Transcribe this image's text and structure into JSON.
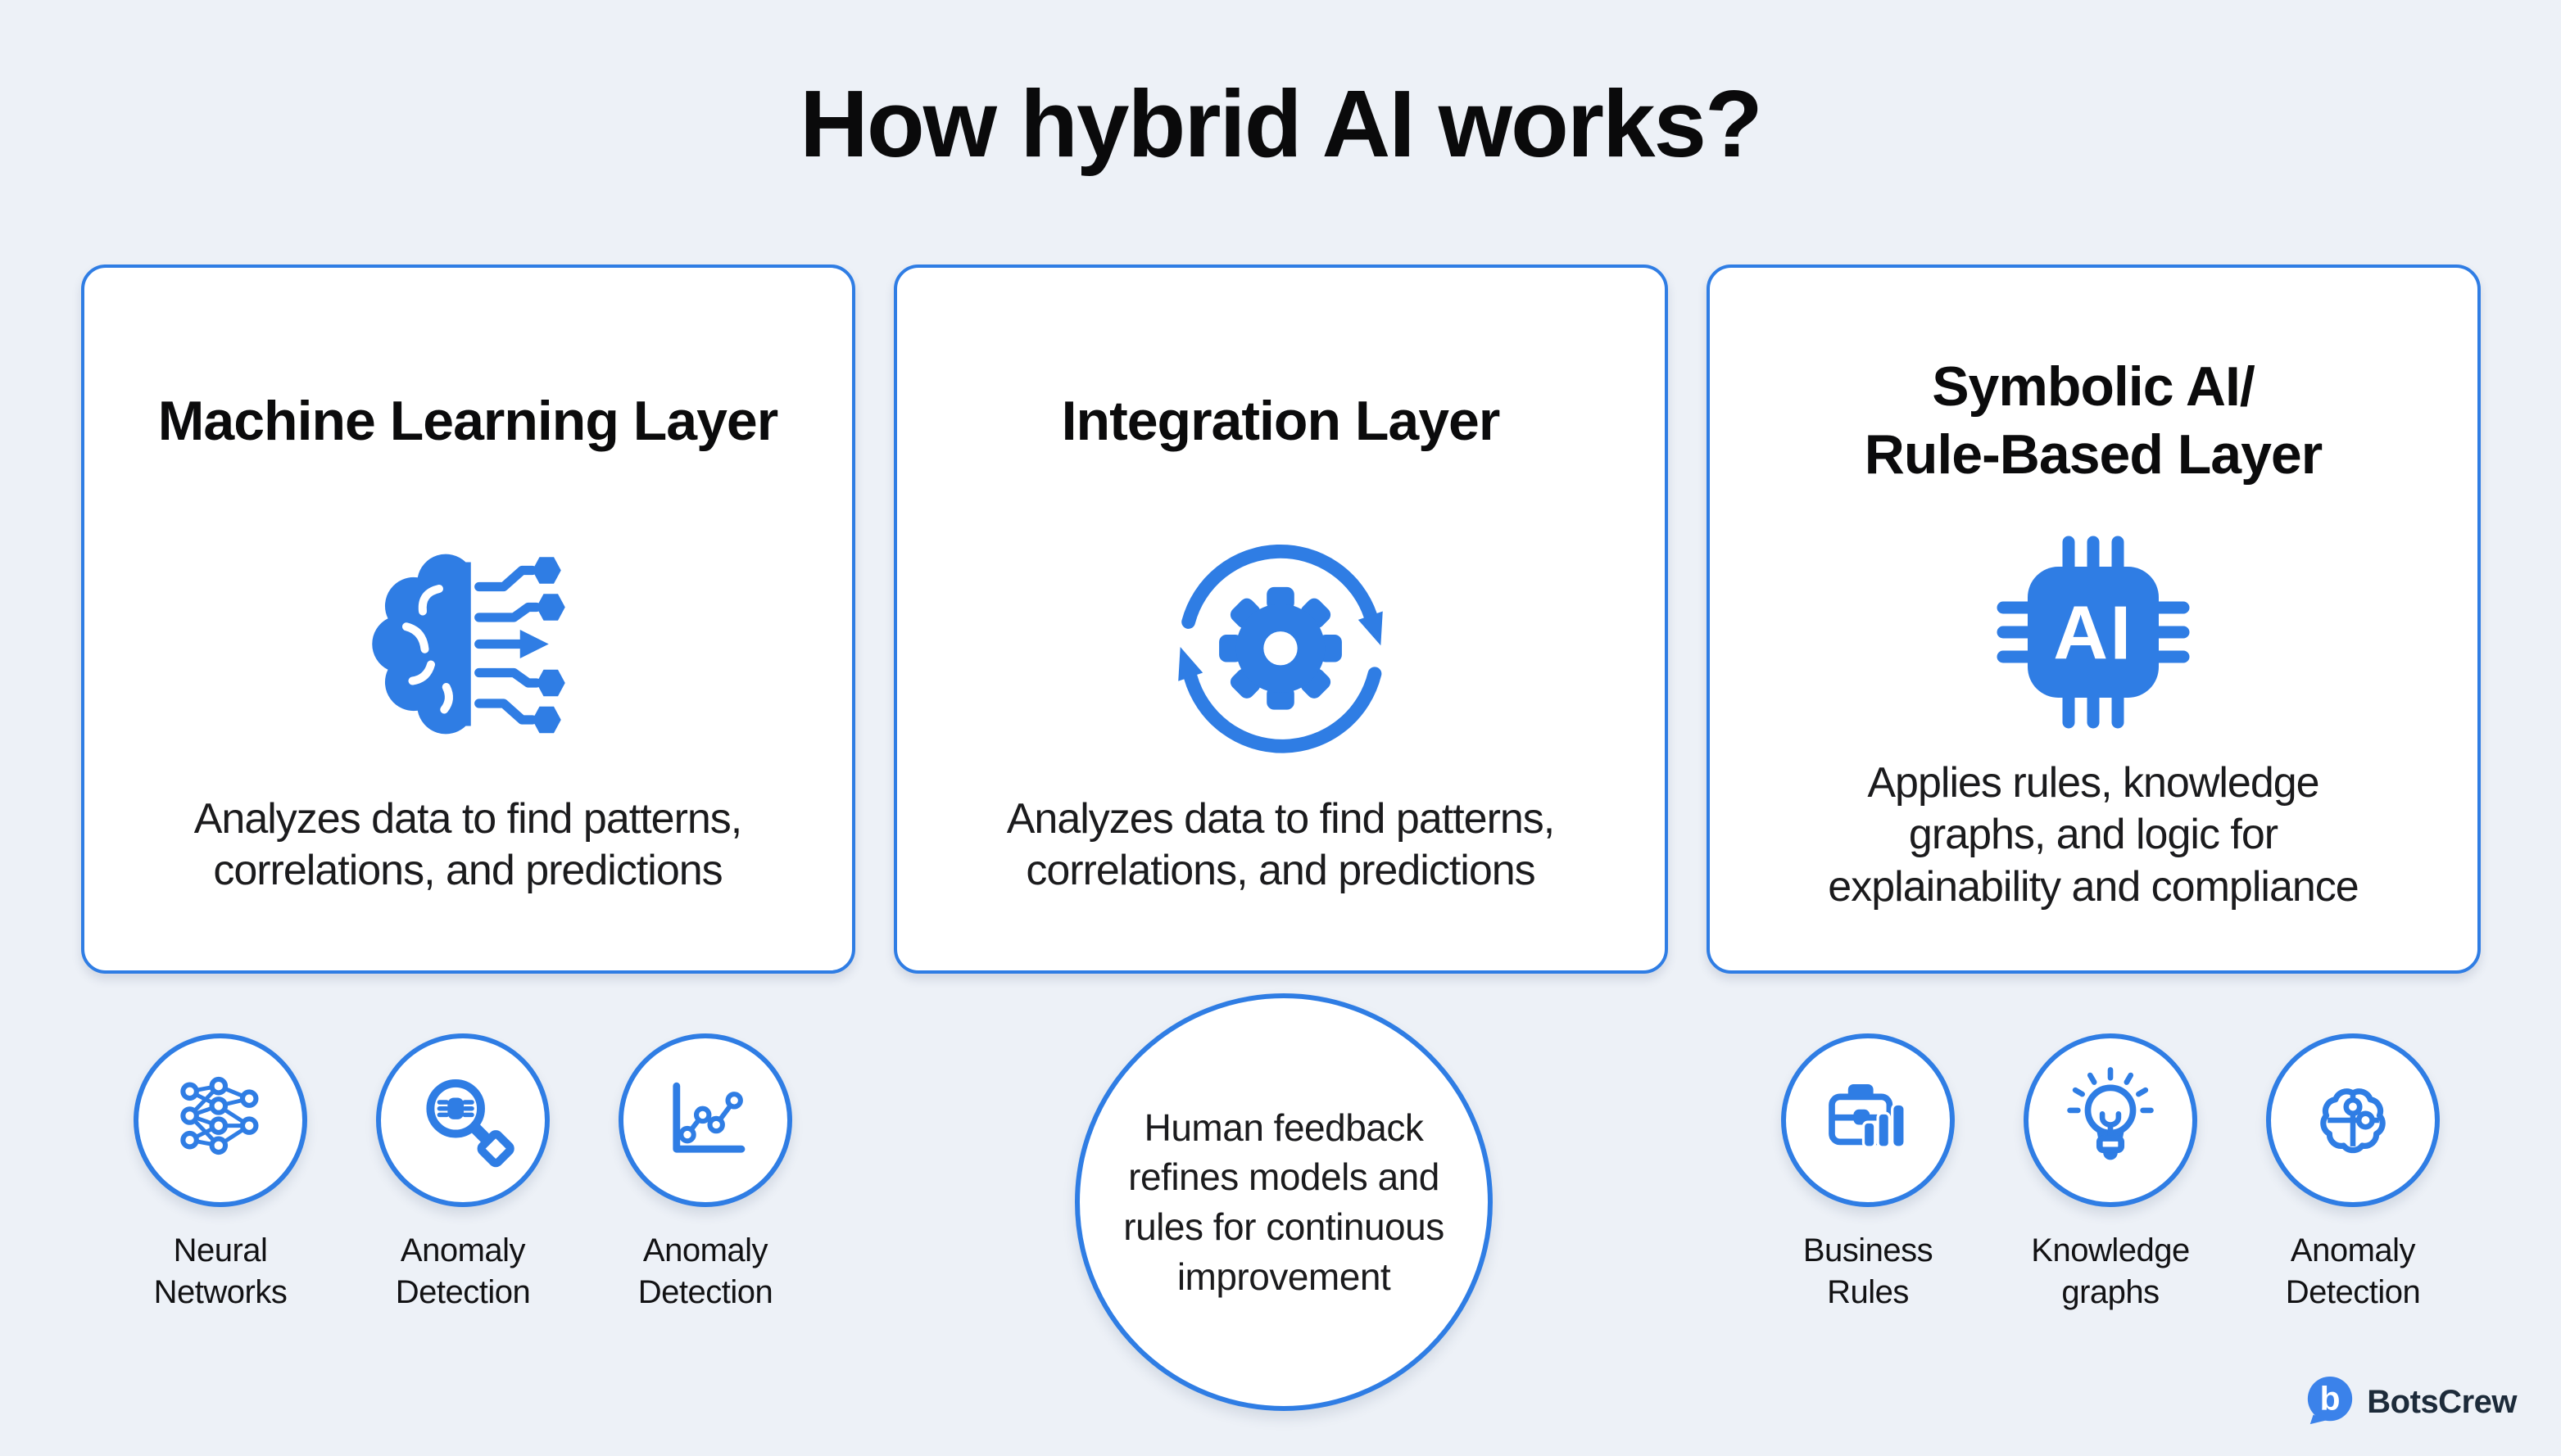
{
  "page": {
    "title": "How hybrid AI works?",
    "background_color": "#edf1f7",
    "accent_color": "#2f7de4",
    "card_background": "#ffffff"
  },
  "cards": [
    {
      "title": "Machine Learning Layer",
      "icon": "brain-circuit-icon",
      "description": "Analyzes data to find patterns,\ncorrelations, and predictions"
    },
    {
      "title": "Integration Layer",
      "icon": "sync-gear-icon",
      "description": "Analyzes data to find patterns,\ncorrelations, and predictions"
    },
    {
      "title": "Symbolic AI/\nRule-Based Layer",
      "icon": "ai-chip-icon",
      "description": "Applies rules, knowledge\ngraphs, and logic for\nexplainability and compliance"
    }
  ],
  "left_badges": [
    {
      "label": "Neural\nNetworks",
      "icon": "neural-network-icon"
    },
    {
      "label": "Anomaly\nDetection",
      "icon": "bug-magnifier-icon"
    },
    {
      "label": "Anomaly\nDetection",
      "icon": "line-chart-icon"
    }
  ],
  "right_badges": [
    {
      "label": "Business\nRules",
      "icon": "briefcase-chart-icon"
    },
    {
      "label": "Knowledge\ngraphs",
      "icon": "lightbulb-icon"
    },
    {
      "label": "Anomaly\nDetection",
      "icon": "puzzle-brain-icon"
    }
  ],
  "center_circle": {
    "text": "Human feedback\nrefines models and\nrules for continuous\nimprovement"
  },
  "footer": {
    "brand": "BotsCrew",
    "brand_initial": "b"
  }
}
